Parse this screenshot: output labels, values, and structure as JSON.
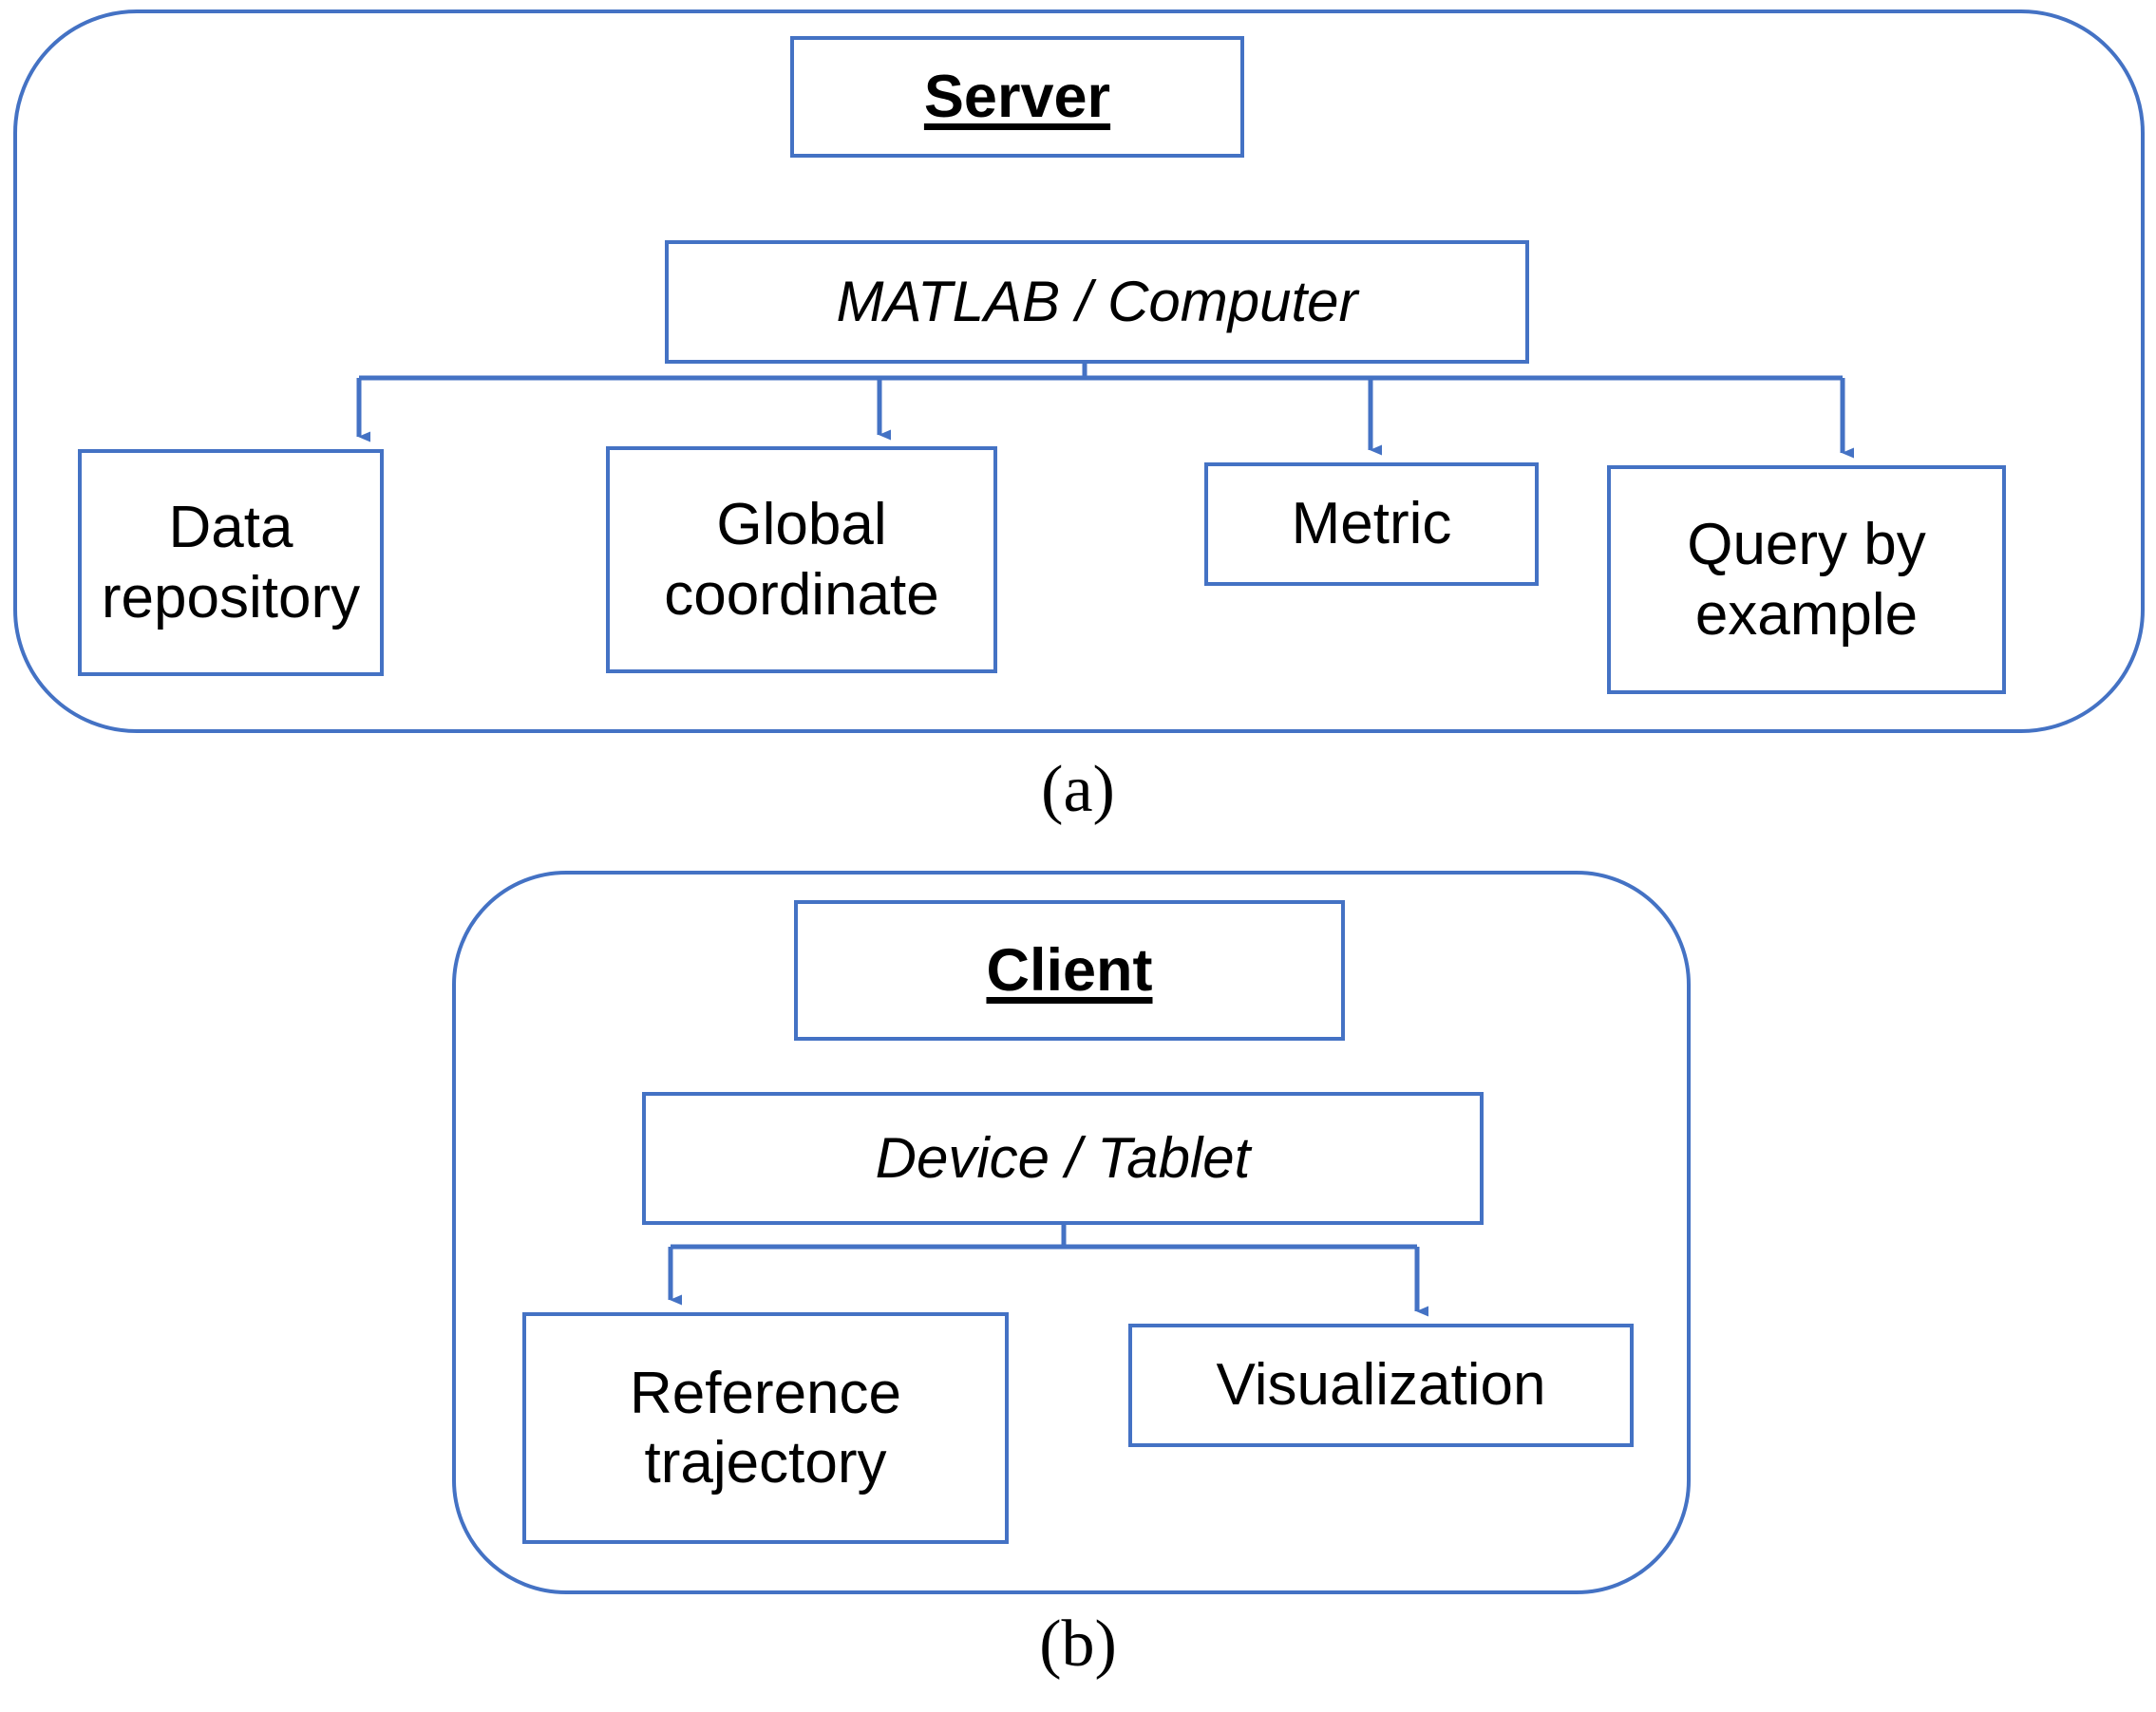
{
  "figure": {
    "panels": [
      {
        "id": "server",
        "caption": "(a)",
        "title": "Server",
        "subsystem": "MATLAB / Computer",
        "leaves": [
          {
            "id": "data-repository",
            "label": "Data\nrepository",
            "line1": "Data",
            "line2": "repository"
          },
          {
            "id": "global-coordinate",
            "label": "Global\ncoordinate",
            "line1": "Global",
            "line2": "coordinate"
          },
          {
            "id": "metric",
            "label": "Metric",
            "line1": "Metric",
            "line2": ""
          },
          {
            "id": "query-by-example",
            "label": "Query by\nexample",
            "line1": "Query by",
            "line2": "example"
          }
        ]
      },
      {
        "id": "client",
        "caption": "(b)",
        "title": "Client",
        "subsystem": "Device / Tablet",
        "leaves": [
          {
            "id": "reference-trajectory",
            "label": "Reference\ntrajectory",
            "line1": "Reference",
            "line2": "trajectory"
          },
          {
            "id": "visualization",
            "label": "Visualization",
            "line1": "Visualization",
            "line2": ""
          }
        ]
      }
    ]
  },
  "colors": {
    "border_blue": "#4472C4",
    "connector_blue": "#4472C4",
    "connector_light_blue": "#A3B9E0",
    "text_black": "#000000",
    "background": "#FFFFFF"
  }
}
